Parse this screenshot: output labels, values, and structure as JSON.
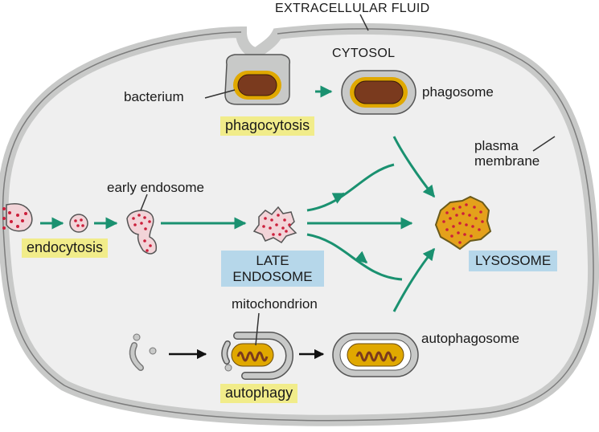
{
  "title": "Pathways to lysosome",
  "regions": {
    "extracellular": "EXTRACELLULAR FLUID",
    "cytosol": "CYTOSOL",
    "plasma_membrane": "plasma\nmembrane"
  },
  "labels": {
    "bacterium": "bacterium",
    "phagosome": "phagosome",
    "early_endosome": "early endosome",
    "mitochondrion": "mitochondrion",
    "autophagosome": "autophagosome"
  },
  "processes": {
    "phagocytosis": "phagocytosis",
    "endocytosis": "endocytosis",
    "autophagy": "autophagy"
  },
  "organelles": {
    "late_endosome": "LATE\nENDOSOME",
    "lysosome": "LYSOSOME"
  },
  "colors": {
    "background": "#efefef",
    "membrane": "#c8c9c8",
    "arrow": "#1a9170",
    "bacterium": "#7a3a1e",
    "bacterium_rim": "#e0a800",
    "lysosome": "#e4a11b",
    "dots": "#cc1f3b",
    "process_tag": "#f1ec8a",
    "organelle_tag": "#b6d7ea"
  }
}
